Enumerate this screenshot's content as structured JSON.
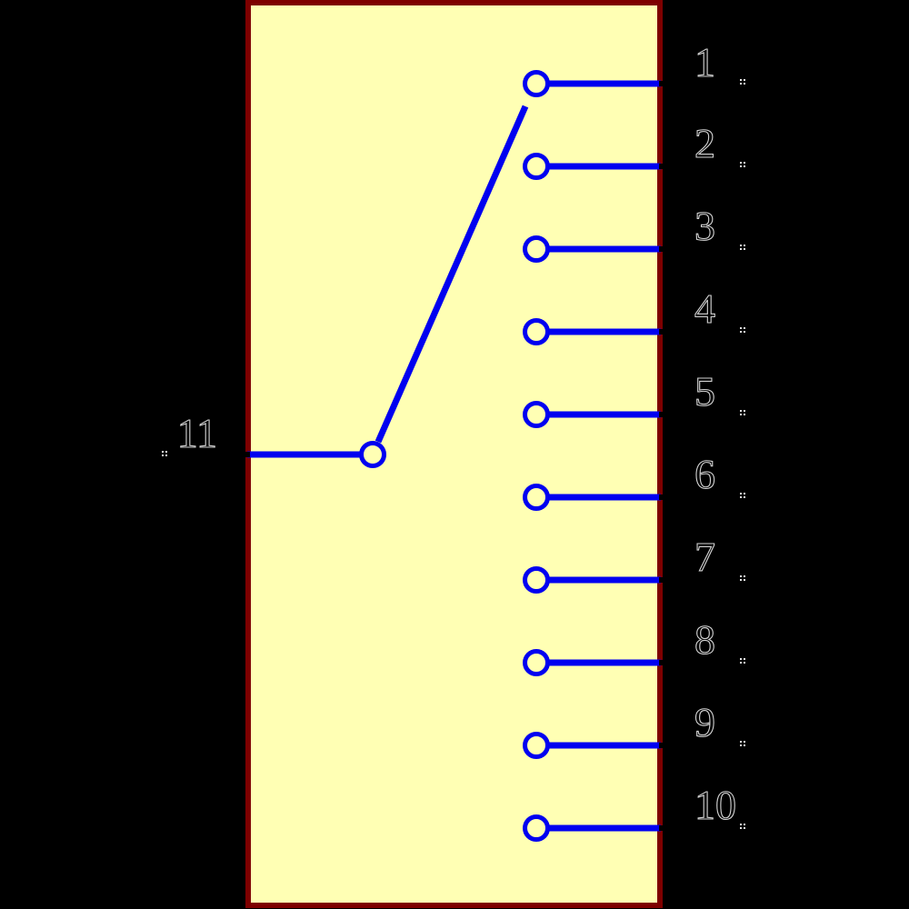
{
  "canvas": {
    "background_color": "#000000"
  },
  "symbol": {
    "kind": "rotary-switch-schematic-symbol",
    "body_fill_color": "#ffffb4",
    "body_border_color": "#7e0000",
    "wire_color": "#0000f0",
    "label_outline_color": "#d4d4d4",
    "left_pin": {
      "label": "11",
      "mark": "::"
    },
    "right_pins": [
      {
        "label": "1",
        "mark": "::"
      },
      {
        "label": "2",
        "mark": "::"
      },
      {
        "label": "3",
        "mark": "::"
      },
      {
        "label": "4",
        "mark": "::"
      },
      {
        "label": "5",
        "mark": "::"
      },
      {
        "label": "6",
        "mark": "::"
      },
      {
        "label": "7",
        "mark": "::"
      },
      {
        "label": "8",
        "mark": "::"
      },
      {
        "label": "9",
        "mark": "::"
      },
      {
        "label": "10",
        "mark": "::"
      }
    ]
  }
}
